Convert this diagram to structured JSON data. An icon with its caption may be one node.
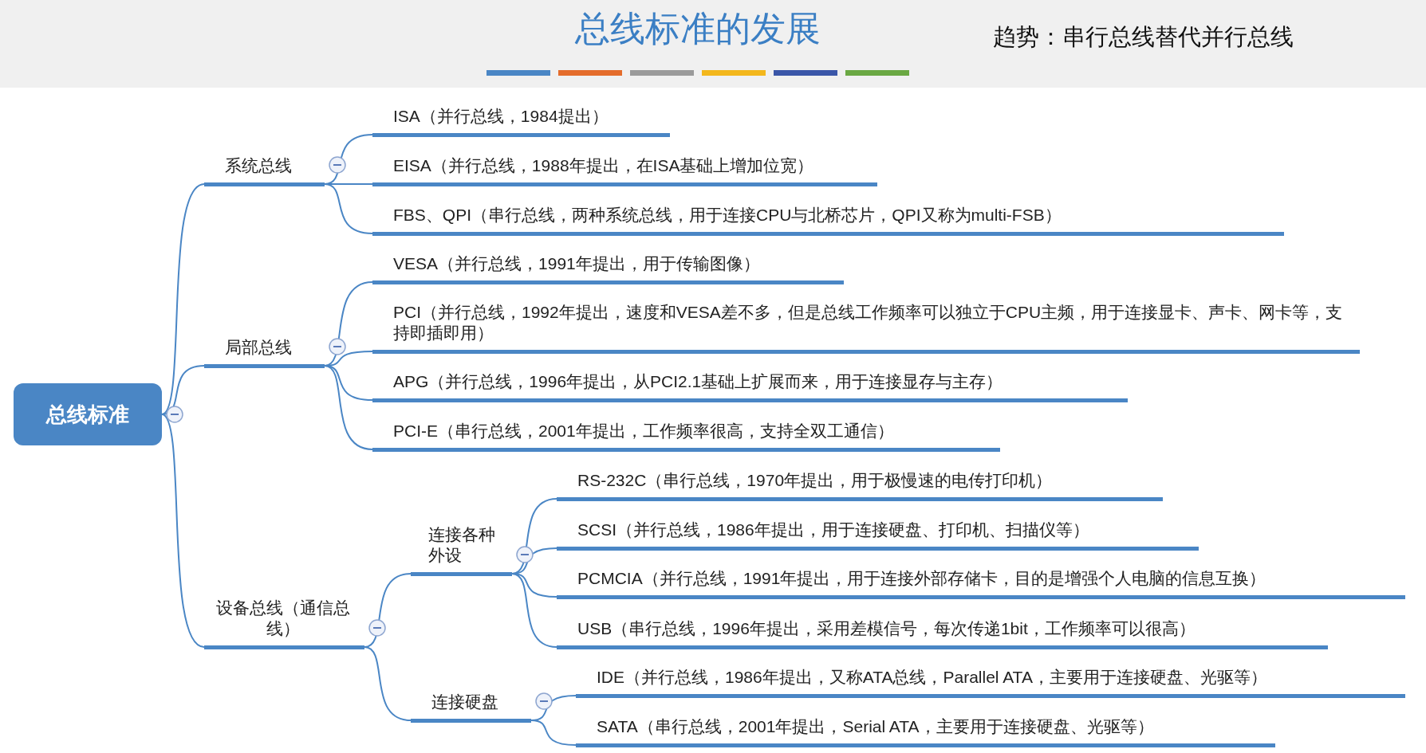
{
  "diagram": {
    "title": "总线标准的发展",
    "nodes": [
      {
        "text": [
          "总线标准"
        ]
      },
      {
        "text": [
          "系统总线"
        ]
      },
      {
        "text": [
          "局部总线"
        ]
      },
      {
        "text": [
          "设备总线（通信总线）"
        ]
      },
      {
        "text": [
          "ISA（并行总线，1984提出）"
        ]
      },
      {
        "text": [
          "EISA（并行总线，1988年提出，在ISA基础上增加位宽）"
        ]
      },
      {
        "text": [
          "FBS、QPI（串行总线，两种系统总线，用于连接CPU与北桥芯片，QPI又称为multi-FSB）"
        ]
      },
      {
        "text": [
          "VESA（并行总线，1991年提出，用于传输图像）"
        ]
      },
      {
        "text": [
          "PCI（并行总线，1992年提出，速度和VESA差不多，但是总线工作频率可以独立于CPU主频，用于连接显卡、声卡、网卡等，支持即插即用）"
        ]
      },
      {
        "text": [
          "APG（并行总线，1996年提出，从PCI2.1基础上扩展而来，用于连接显存与主存）"
        ]
      },
      {
        "text": [
          "PCI-E（串行总线，2001年提出，工作频率很高，支持全双工通信）"
        ]
      },
      {
        "text": [
          "连接各种外设"
        ]
      },
      {
        "text": [
          "连接硬盘"
        ]
      },
      {
        "text": [
          "RS-232C（串行总线，1970年提出，用于极慢速的电传打印机）"
        ]
      },
      {
        "text": [
          "SCSI（并行总线，1986年提出，用于连接硬盘、打印机、扫描仪等）"
        ]
      },
      {
        "text": [
          "PCMCIA（并行总线，1991年提出，用于连接外部存储卡，目的是增强个人电脑的信息互换）"
        ]
      },
      {
        "text": [
          "USB（串行总线，1996年提出，采用差模信号，每次传递1bit，工作频率可以很高）"
        ]
      },
      {
        "text": [
          "IDE（并行总线，1986年提出，又称ATA总线，Parallel ATA，主要用于连接硬盘、光驱等）"
        ]
      },
      {
        "text": [
          "SATA（串行总线，2001年提出，Serial ATA，主要用于连接硬盘、光驱等）"
        ]
      }
    ],
    "edges": [
      {
        "from": 0,
        "to": 1,
        "arrow": "none"
      },
      {
        "from": 0,
        "to": 2,
        "arrow": "none"
      },
      {
        "from": 0,
        "to": 3,
        "arrow": "none"
      },
      {
        "from": 1,
        "to": 4,
        "arrow": "none"
      },
      {
        "from": 1,
        "to": 5,
        "arrow": "none"
      },
      {
        "from": 1,
        "to": 6,
        "arrow": "none"
      },
      {
        "from": 2,
        "to": 7,
        "arrow": "none"
      },
      {
        "from": 2,
        "to": 8,
        "arrow": "none"
      },
      {
        "from": 2,
        "to": 9,
        "arrow": "none"
      },
      {
        "from": 2,
        "to": 10,
        "arrow": "none"
      },
      {
        "from": 3,
        "to": 11,
        "arrow": "none"
      },
      {
        "from": 3,
        "to": 12,
        "arrow": "none"
      },
      {
        "from": 11,
        "to": 13,
        "arrow": "none"
      },
      {
        "from": 11,
        "to": 14,
        "arrow": "none"
      },
      {
        "from": 11,
        "to": 15,
        "arrow": "none"
      },
      {
        "from": 11,
        "to": 16,
        "arrow": "none"
      },
      {
        "from": 12,
        "to": 17,
        "arrow": "none"
      },
      {
        "from": 12,
        "to": 18,
        "arrow": "none"
      }
    ],
    "labels": [
      "趋势：串行总线替代并行总线"
    ]
  }
}
